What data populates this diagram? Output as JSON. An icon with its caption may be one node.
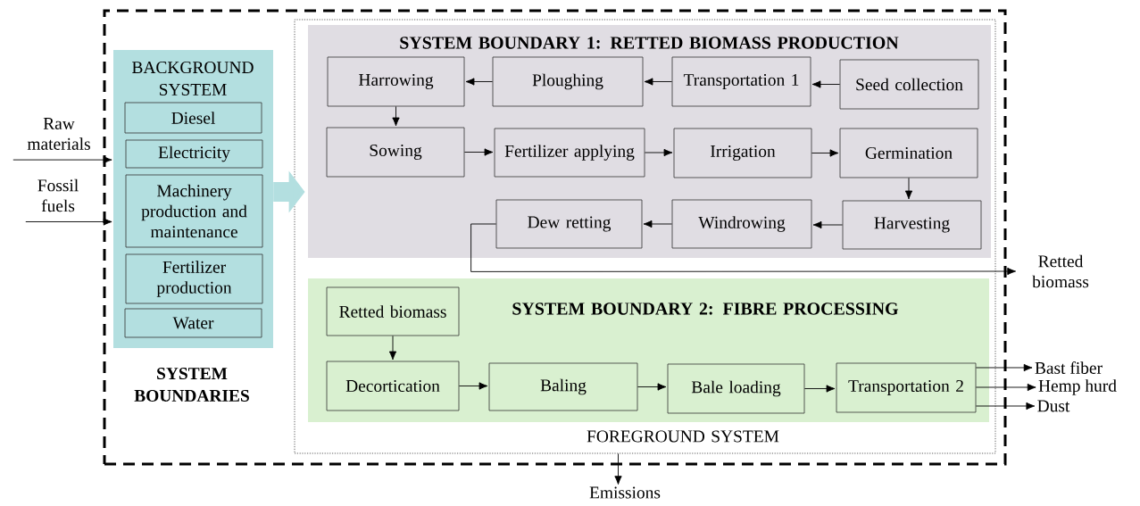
{
  "diagram": {
    "nodes": [
      {
        "text": [
          "SYSTEM BOUNDARIES"
        ]
      },
      {
        "text": [
          "BACKGROUND SYSTEM"
        ],
        "in": 0
      },
      {
        "text": [
          "Diesel"
        ],
        "in": 1
      },
      {
        "text": [
          "Electricity"
        ],
        "in": 1
      },
      {
        "text": [
          "Machinery production and maintenance"
        ],
        "in": 1
      },
      {
        "text": [
          "Fertilizer production"
        ],
        "in": 1
      },
      {
        "text": [
          "Water"
        ],
        "in": 1
      },
      {
        "text": [
          "FOREGROUND SYSTEM"
        ],
        "in": 0
      },
      {
        "text": [
          "SYSTEM BOUNDARY 1: RETTED BIOMASS PRODUCTION"
        ],
        "in": 7
      },
      {
        "text": [
          "Harrowing"
        ],
        "in": 8
      },
      {
        "text": [
          "Ploughing"
        ],
        "in": 8
      },
      {
        "text": [
          "Transportation 1"
        ],
        "in": 8
      },
      {
        "text": [
          "Seed collection"
        ],
        "in": 8
      },
      {
        "text": [
          "Sowing"
        ],
        "in": 8
      },
      {
        "text": [
          "Fertilizer applying"
        ],
        "in": 8
      },
      {
        "text": [
          "Irrigation"
        ],
        "in": 8
      },
      {
        "text": [
          "Germination"
        ],
        "in": 8
      },
      {
        "text": [
          "Harvesting"
        ],
        "in": 8
      },
      {
        "text": [
          "Windrowing"
        ],
        "in": 8
      },
      {
        "text": [
          "Dew retting"
        ],
        "in": 8
      },
      {
        "text": [
          "SYSTEM BOUNDARY 2: FIBRE PROCESSING"
        ],
        "in": 7
      },
      {
        "text": [
          "Retted biomass"
        ],
        "in": 20
      },
      {
        "text": [
          "Decortication"
        ],
        "in": 20
      },
      {
        "text": [
          "Baling"
        ],
        "in": 20
      },
      {
        "text": [
          "Bale loading"
        ],
        "in": 20
      },
      {
        "text": [
          "Transportation 2"
        ],
        "in": 20
      },
      {
        "text": [
          "Raw materials"
        ]
      },
      {
        "text": [
          "Fossil fuels"
        ]
      },
      {
        "text": [
          "Retted biomass"
        ]
      },
      {
        "text": [
          "Bast fiber"
        ]
      },
      {
        "text": [
          "Hemp hurd"
        ]
      },
      {
        "text": [
          "Dust"
        ]
      },
      {
        "text": [
          "Emissions"
        ]
      }
    ],
    "edges": [
      {
        "from": 26,
        "to": 1,
        "arrow": "to"
      },
      {
        "from": 27,
        "to": 1,
        "arrow": "to"
      },
      {
        "from": 1,
        "to": 7,
        "arrow": "to",
        "style": "thick",
        "color": "#b3dfe0"
      },
      {
        "from": 12,
        "to": 11,
        "arrow": "to"
      },
      {
        "from": 11,
        "to": 10,
        "arrow": "to"
      },
      {
        "from": 10,
        "to": 9,
        "arrow": "to"
      },
      {
        "from": 9,
        "to": 13,
        "arrow": "to"
      },
      {
        "from": 13,
        "to": 14,
        "arrow": "to"
      },
      {
        "from": 14,
        "to": 15,
        "arrow": "to"
      },
      {
        "from": 15,
        "to": 16,
        "arrow": "to"
      },
      {
        "from": 16,
        "to": 17,
        "arrow": "to"
      },
      {
        "from": 17,
        "to": 18,
        "arrow": "to"
      },
      {
        "from": 18,
        "to": 19,
        "arrow": "to"
      },
      {
        "from": 19,
        "to": 28,
        "arrow": "to"
      },
      {
        "from": 21,
        "to": 22,
        "arrow": "to"
      },
      {
        "from": 22,
        "to": 23,
        "arrow": "to"
      },
      {
        "from": 23,
        "to": 24,
        "arrow": "to"
      },
      {
        "from": 24,
        "to": 25,
        "arrow": "to"
      },
      {
        "from": 25,
        "to": 29,
        "arrow": "to"
      },
      {
        "from": 25,
        "to": 30,
        "arrow": "to"
      },
      {
        "from": 25,
        "to": 31,
        "arrow": "to"
      },
      {
        "from": 7,
        "to": 32,
        "arrow": "to"
      }
    ]
  }
}
